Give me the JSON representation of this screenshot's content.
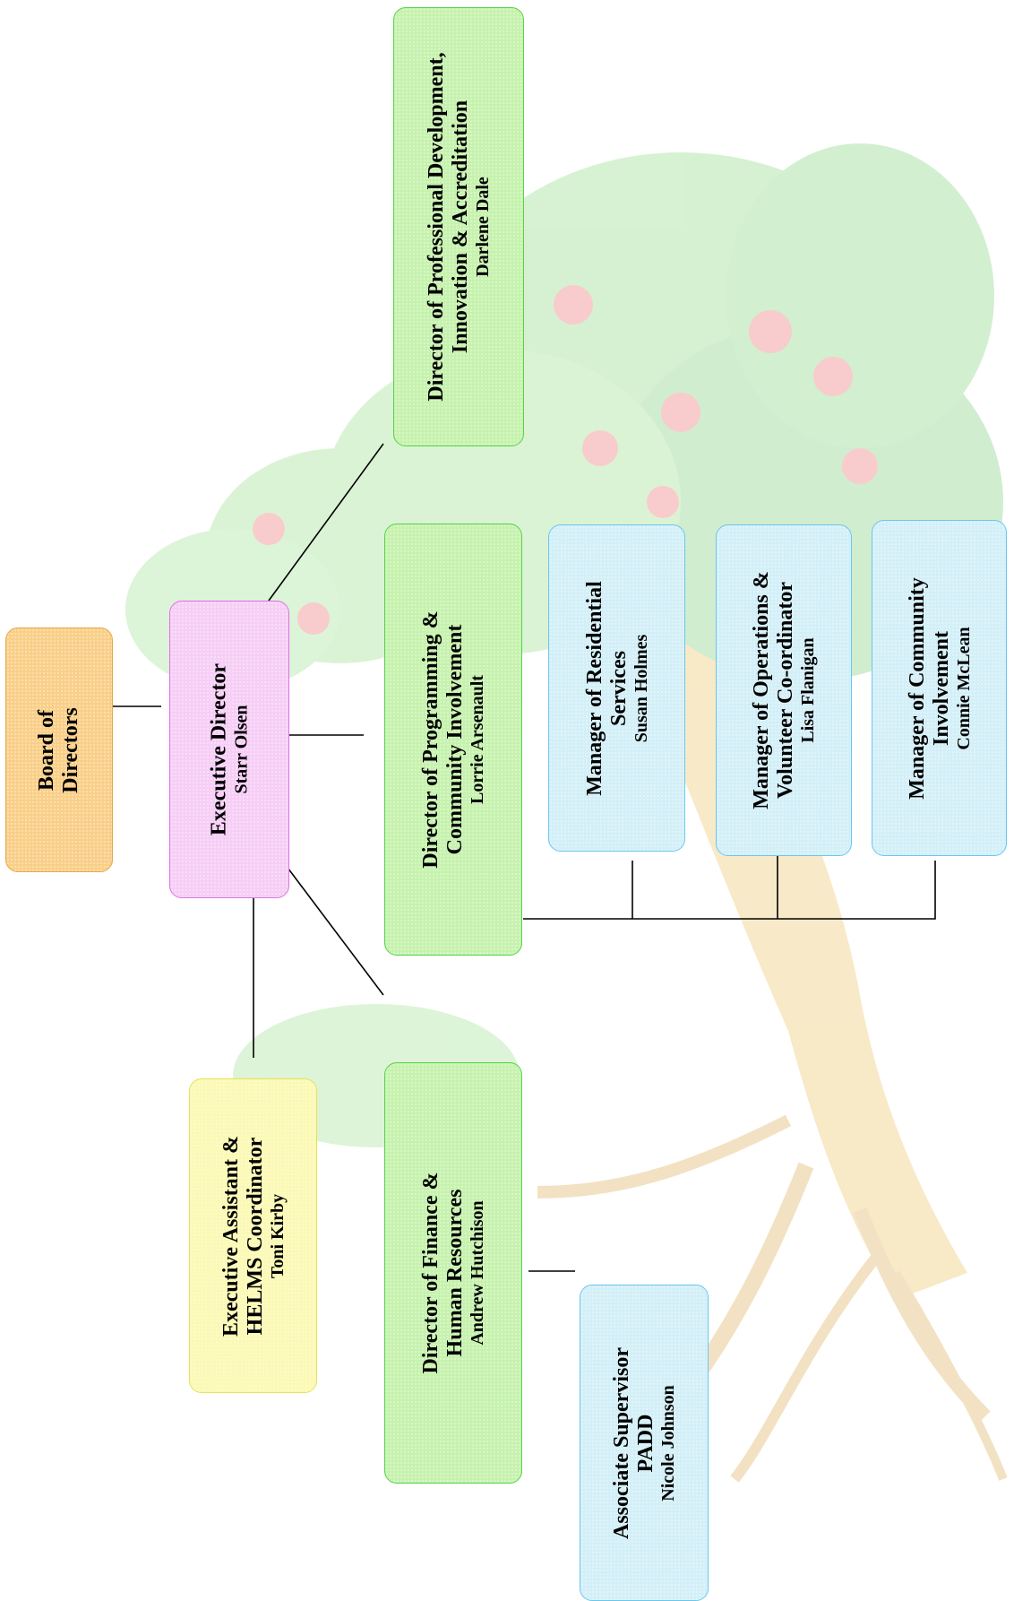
{
  "nodes": {
    "board": {
      "title": "Board of",
      "title2": "Directors",
      "person": ""
    },
    "executive": {
      "title": "Executive Director",
      "title2": "",
      "person": "Starr Olsen"
    },
    "assistant": {
      "title": "Executive Assistant &",
      "title2": "HELMS Coordinator",
      "person": "Toni Kirby"
    },
    "finance": {
      "title": "Director of Finance &",
      "title2": "Human Resources",
      "person": "Andrew Hutchison"
    },
    "associate": {
      "title": "Associate Supervisor",
      "title2": "PADD",
      "person": "Nicole Johnson"
    },
    "programming": {
      "title": "Director of Programming &",
      "title2": "Community Involvement",
      "person": "Lorrie Arsenault"
    },
    "residential": {
      "title": "Manager of Residential",
      "title2": "Services",
      "person": "Susan Holmes"
    },
    "operations": {
      "title": "Manager of Operations &",
      "title2": "Volunteer Co-ordinator",
      "person": "Lisa Flanigan"
    },
    "community": {
      "title": "Manager of Community",
      "title2": "Involvement",
      "person": "Connie McLean"
    },
    "development": {
      "title": "Director of Professional Development,",
      "title2": "Innovation & Accreditation",
      "person": "Darlene Dale"
    }
  },
  "colors": {
    "board": "#f9cf88",
    "executive": "#f6cef6",
    "director": "#c6f2ae",
    "manager": "#d3eff7",
    "assistant": "#fbf9b4",
    "connector": "#000000"
  },
  "background": {
    "icon": "apple-tree-watermark"
  }
}
